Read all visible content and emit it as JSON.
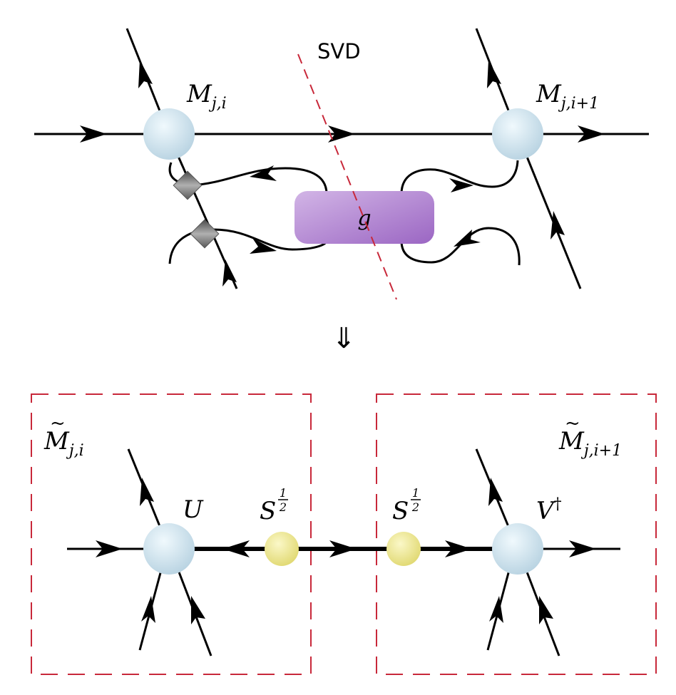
{
  "top": {
    "svd_label": "SVD",
    "gate_label": "g",
    "left_tensor": {
      "main": "M",
      "sub": "j,i"
    },
    "right_tensor": {
      "main": "M",
      "sub": "j,i+1"
    }
  },
  "arrow_symbol": "⇓",
  "bottom": {
    "left_box": {
      "main": "M",
      "sub": "j,i"
    },
    "right_box": {
      "main": "M",
      "sub": "j,i+1"
    },
    "u_label": "U",
    "s_left": {
      "main": "S",
      "num": "1",
      "den": "2"
    },
    "s_right": {
      "main": "S",
      "num": "1",
      "den": "2"
    },
    "v_label": {
      "main": "V",
      "sup": "†"
    }
  },
  "colors": {
    "tensor_fill": "#cfe3ee",
    "gate_fill": "#b58fd0",
    "singular_fill": "#eee79a",
    "cut_line": "#c8283a",
    "diamond": "#7a7a7a"
  }
}
